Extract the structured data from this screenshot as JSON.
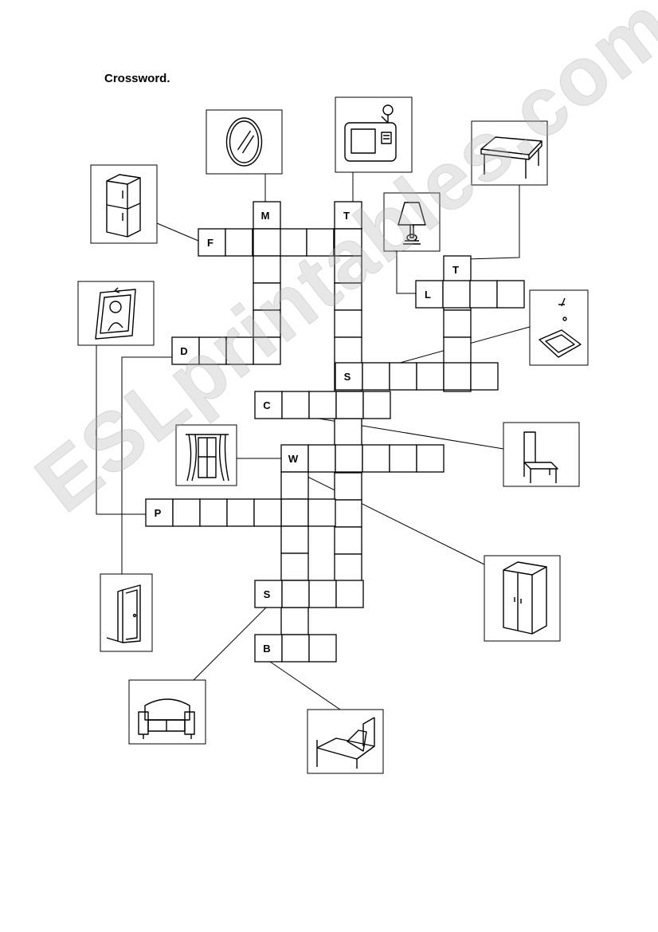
{
  "title": "Crossword.",
  "watermark": "ESLprintables.com",
  "letters": {
    "F": "F",
    "M": "M",
    "T1": "T",
    "T2": "T",
    "L": "L",
    "D": "D",
    "S1": "S",
    "C": "C",
    "W": "W",
    "P": "P",
    "S2": "S",
    "B": "B"
  },
  "pictures": [
    "mirror-icon",
    "tv-icon",
    "table-icon",
    "fridge-icon",
    "lamp-icon",
    "picture-frame-icon",
    "sink-icon",
    "chair-icon",
    "curtains-icon",
    "wardrobe-icon",
    "door-icon",
    "sofa-icon",
    "bed-icon"
  ],
  "colors": {
    "line": "#000000",
    "cell": "#ffffff"
  }
}
